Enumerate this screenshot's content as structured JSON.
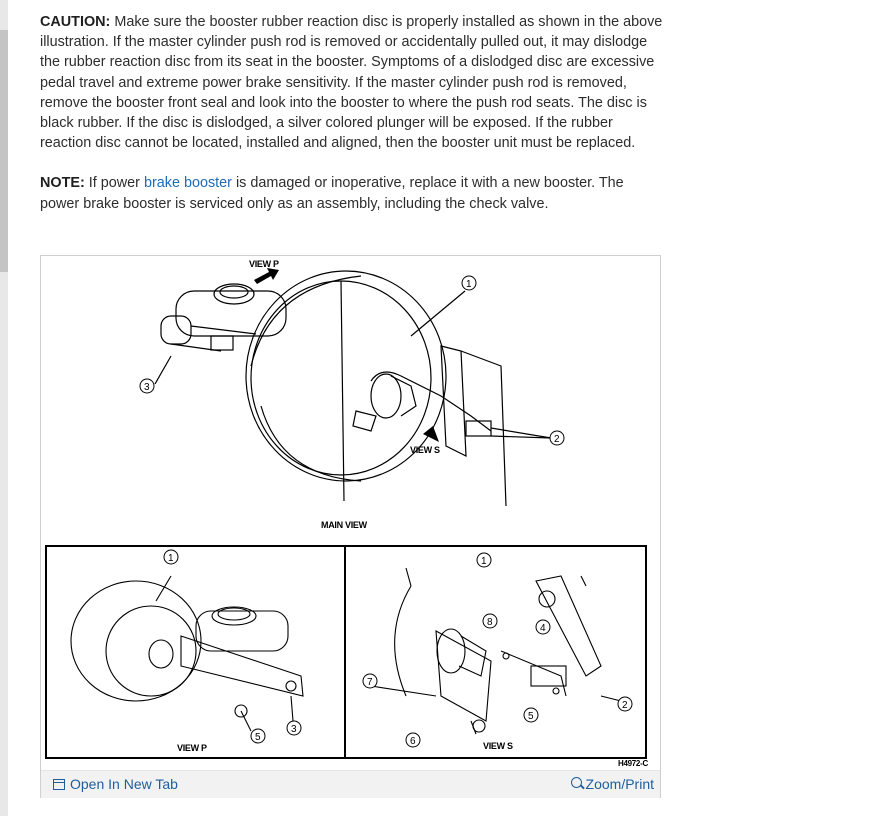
{
  "caution": {
    "label": "CAUTION:",
    "text": " Make sure the booster rubber reaction disc is properly installed as shown in the above illustration. If the master cylinder push rod is removed or accidentally pulled out, it may dislodge the rubber reaction disc from its seat in the booster. Symptoms of a dislodged disc are excessive pedal travel and extreme power brake sensitivity. If the master cylinder push rod is removed, remove the booster front seal and look into the booster to where the push rod seats. The disc is black rubber. If the disc is dislodged, a silver colored plunger will be exposed. If the rubber reaction disc cannot be located, installed and aligned, then the booster unit must be replaced."
  },
  "note": {
    "label": "NOTE:",
    "text_before": " If power ",
    "link": "brake booster",
    "text_after": " is damaged or inoperative, replace it with a new booster. The power brake booster is serviced only as an assembly, including the check valve."
  },
  "figure": {
    "labels": {
      "view_p_top": "VIEW P",
      "view_s_top": "VIEW S",
      "main_view": "MAIN VIEW",
      "view_p": "VIEW P",
      "view_s": "VIEW S",
      "code": "H4972-C"
    },
    "callouts": {
      "main_1": "1",
      "main_2": "2",
      "main_3": "3",
      "p_1": "1",
      "p_3": "3",
      "p_5": "5",
      "s_1": "1",
      "s_2": "2",
      "s_4": "4",
      "s_5": "5",
      "s_6": "6",
      "s_7": "7",
      "s_8": "8"
    },
    "footer": {
      "open_tab": "Open In New Tab",
      "zoom": "Zoom/Print"
    }
  }
}
